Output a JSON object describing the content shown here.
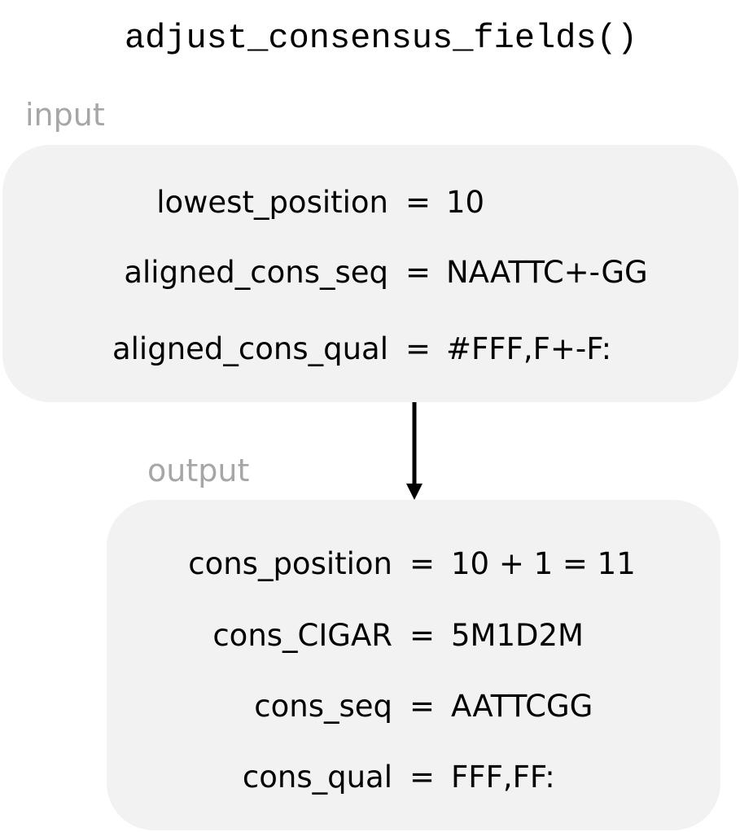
{
  "title": "adjust_consensus_fields()",
  "input": {
    "label": "input",
    "rows": [
      {
        "key": "lowest_position",
        "eq": "=",
        "value": "10"
      },
      {
        "key": "aligned_cons_seq",
        "eq": "=",
        "value": "NAATTC+-GG"
      },
      {
        "key": "aligned_cons_qual",
        "eq": "=",
        "value": "#FFF,F+-F:"
      }
    ]
  },
  "output": {
    "label": "output",
    "rows": [
      {
        "key": "cons_position",
        "eq": "=",
        "value": "10 + 1 = 11"
      },
      {
        "key": "cons_CIGAR",
        "eq": "=",
        "value": "5M1D2M"
      },
      {
        "key": "cons_seq",
        "eq": "=",
        "value": "AATTCGG"
      },
      {
        "key": "cons_qual",
        "eq": "=",
        "value": "FFF,FF:"
      }
    ]
  },
  "colors": {
    "panel": "#f2f2f2",
    "section_label": "#a6a6a6",
    "text": "#000000"
  }
}
